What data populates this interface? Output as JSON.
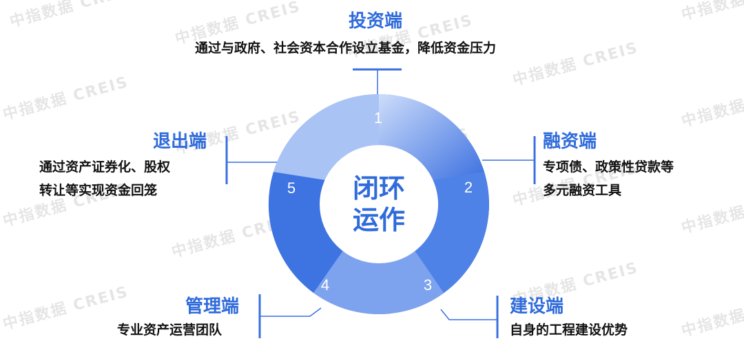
{
  "watermark": "中指数据 CREIS",
  "center": {
    "line1": "闭环",
    "line2": "运作"
  },
  "segments": [
    "1",
    "2",
    "3",
    "4",
    "5"
  ],
  "nodes": {
    "invest": {
      "title": "投资端",
      "desc": "通过与政府、社会资本合作设立基金，降低资金压力"
    },
    "finance": {
      "title": "融资端",
      "desc1": "专项债、政策性贷款等",
      "desc2": "多元融资工具"
    },
    "build": {
      "title": "建设端",
      "desc": "自身的工程建设优势"
    },
    "manage": {
      "title": "管理端",
      "desc": "专业资产运营团队"
    },
    "exit": {
      "title": "退出端",
      "desc1": "通过资产证券化、股权",
      "desc2": "转让等实现资金回笼"
    }
  },
  "colors": {
    "accent": "#2f6bdb",
    "ring_dark": "#3a6fe0",
    "ring_light": "#c7d8f8"
  }
}
